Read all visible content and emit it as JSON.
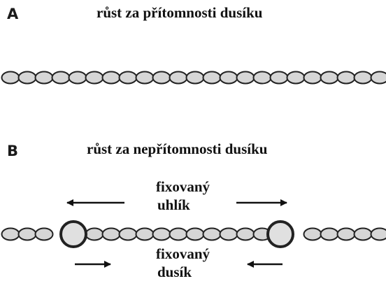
{
  "panel_a": {
    "letter": "A",
    "title": "růst za přítomnosti dusíku"
  },
  "panel_b": {
    "letter": "B",
    "title": "růst za nepřítomnosti dusíku",
    "label_top_line1": "fixovaný",
    "label_top_line2": "uhlík",
    "label_bottom_line1": "fixovaný",
    "label_bottom_line2": "dusík"
  },
  "colors": {
    "cell_fill": "#d6d6d6",
    "cell_stroke": "#222222",
    "heterocyst_fill": "#e0e0e0",
    "arrow": "#111111"
  }
}
